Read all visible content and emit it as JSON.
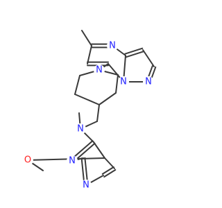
{
  "molecule": {
    "atoms": [
      {
        "id": 0,
        "label": "N",
        "color": "#2020ff"
      },
      {
        "id": 1,
        "label": "N",
        "color": "#2020ff"
      },
      {
        "id": 2,
        "label": "N",
        "color": "#2020ff"
      },
      {
        "id": 3,
        "label": "N",
        "color": "#2020ff"
      },
      {
        "id": 4,
        "label": "N",
        "color": "#2020ff"
      },
      {
        "id": 5,
        "label": "O",
        "color": "#ff2020"
      },
      {
        "id": 6,
        "label": "N",
        "color": "#2020ff"
      },
      {
        "id": 7,
        "label": "N",
        "color": "#2020ff"
      }
    ],
    "bond_color": "#3a3a3a",
    "hetero_colors": {
      "N": "#2020ff",
      "O": "#ff2020"
    }
  }
}
